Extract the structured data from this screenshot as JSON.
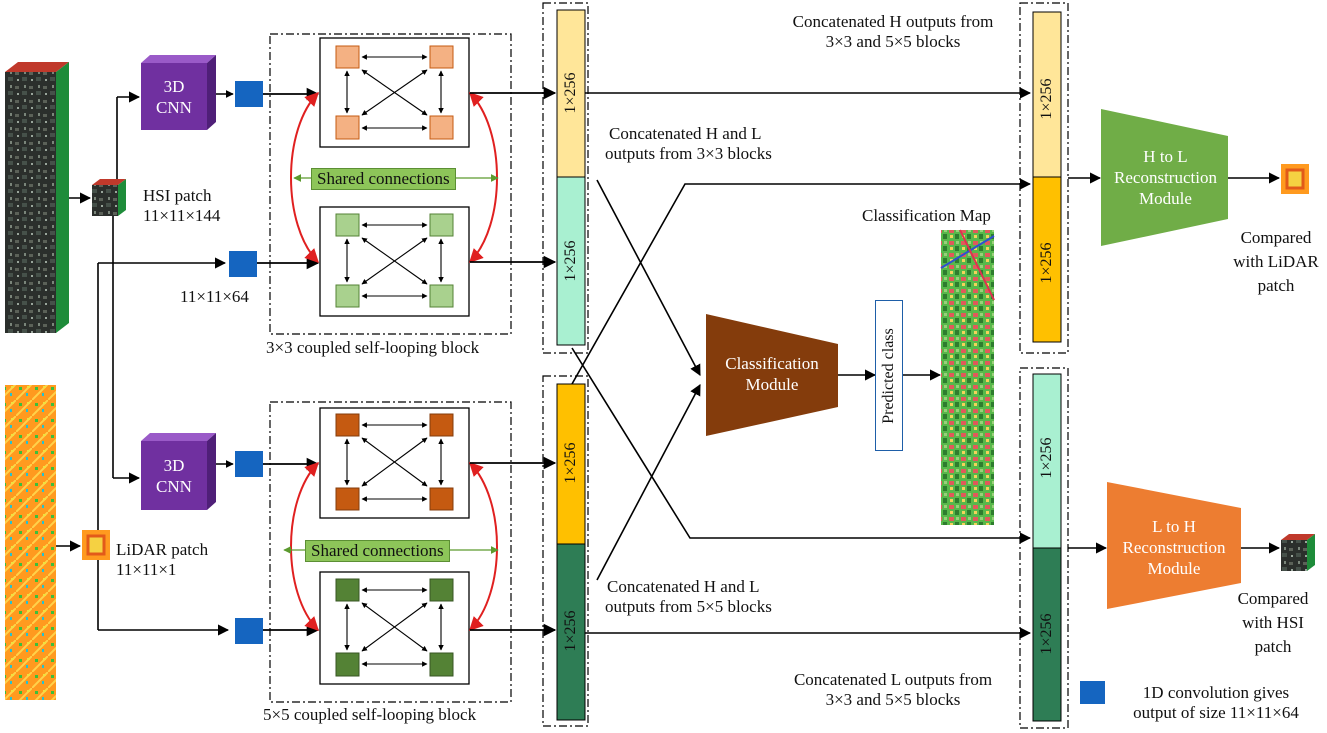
{
  "colors": {
    "conv_blue": "#1565c0",
    "cnn_purple": "#7030a0",
    "hsi_block": "#f4b183",
    "hsi_block_edge": "#c55a11",
    "hsi_green": "#a9d18e",
    "lidar_block": "#c55a11",
    "lidar_green": "#548235",
    "bar_hsi": "#ffe699",
    "bar_lidar_h": "#ffc000",
    "bar_mint": "#a9f0d1",
    "bar_dark_green": "#2e7d55",
    "classification": "#843c0c",
    "h_to_l": "#70ad47",
    "l_to_h": "#ed7d31",
    "loop_arrow": "#e02020",
    "shared_green": "#8dc559"
  },
  "icons": [
    "hsi-image-icon",
    "lidar-image-icon",
    "hsi-patch-icon",
    "lidar-patch-icon",
    "classification-map-icon",
    "reconstructed-lidar-icon",
    "reconstructed-hsi-icon"
  ],
  "cnn_top": {
    "line1": "3D",
    "line2": "CNN"
  },
  "cnn_bottom": {
    "line1": "3D",
    "line2": "CNN"
  },
  "hsi_patch": {
    "line1": "HSI patch",
    "line2": "11×11×144"
  },
  "lidar_patch": {
    "line1": "LiDAR patch",
    "line2": "11×11×1"
  },
  "conv_output_label": "11×11×64",
  "block3": {
    "caption": "3×3 coupled self-looping block",
    "shared": "Shared connections"
  },
  "block5": {
    "caption": "5×5 coupled self-looping block",
    "shared": "Shared connections"
  },
  "vector_label": "1×256",
  "concat": {
    "h_top_line1": "Concatenated H outputs from",
    "h_top_line2": "3×3 and 5×5 blocks",
    "hl3_line1": "Concatenated H and L",
    "hl3_line2": "outputs from 3×3 blocks",
    "hl5_line1": "Concatenated H and L",
    "hl5_line2": "outputs from 5×5 blocks",
    "l_bottom_line1": "Concatenated L outputs from",
    "l_bottom_line2": "3×3 and 5×5 blocks"
  },
  "classification": {
    "line1": "Classification",
    "line2": "Module",
    "predicted": "Predicted class",
    "map_label": "Classification Map"
  },
  "h_to_l": {
    "line1": "H to L",
    "line2": "Reconstruction",
    "line3": "Module",
    "compare1": "Compared",
    "compare2": "with LiDAR",
    "compare3": "patch"
  },
  "l_to_h": {
    "line1": "L to H",
    "line2": "Reconstruction",
    "line3": "Module",
    "compare1": "Compared",
    "compare2": "with HSI",
    "compare3": "patch"
  },
  "legend": {
    "line1": "1D convolution gives",
    "line2": "output of size 11×11×64"
  }
}
